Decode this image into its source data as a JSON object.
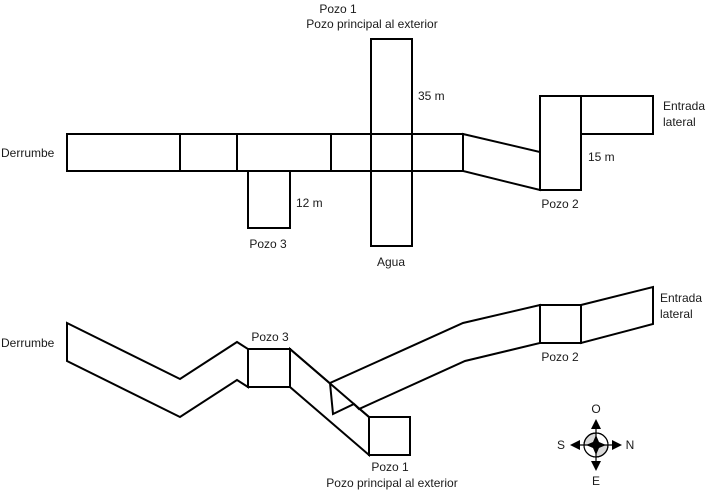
{
  "colors": {
    "background": "#ffffff",
    "stroke": "#000000",
    "compass_fill": "#d9d9d9"
  },
  "top_view": {
    "labels": {
      "pozo1_title": "Pozo 1",
      "pozo1_subtitle": "Pozo principal al exterior",
      "pozo1_depth": "35 m",
      "agua": "Agua",
      "derrumbe": "Derrumbe",
      "pozo3": "Pozo 3",
      "pozo3_depth": "12 m",
      "pozo2": "Pozo 2",
      "pozo2_depth": "15 m",
      "entrada_line1": "Entrada",
      "entrada_line2": "lateral"
    }
  },
  "side_view": {
    "labels": {
      "derrumbe": "Derrumbe",
      "pozo3": "Pozo 3",
      "pozo2": "Pozo 2",
      "entrada_line1": "Entrada",
      "entrada_line2": "lateral",
      "pozo1_title": "Pozo 1",
      "pozo1_subtitle": "Pozo principal al exterior"
    }
  },
  "compass": {
    "top": "O",
    "bottom": "E",
    "left": "S",
    "right": "N"
  }
}
